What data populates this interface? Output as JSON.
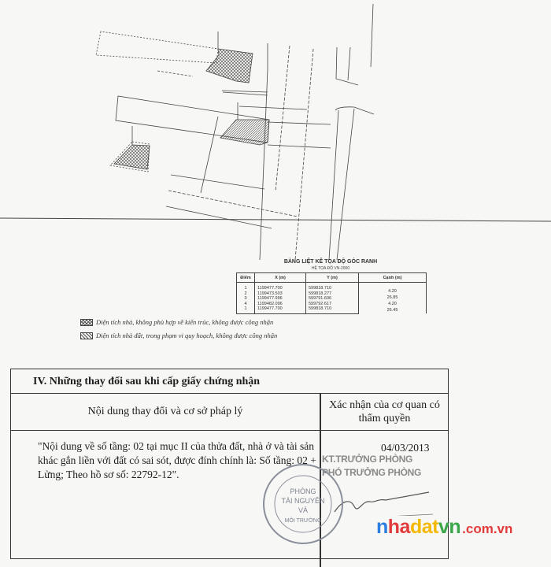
{
  "coord_table": {
    "title": "BẢNG LIỆT KÊ TỌA ĐỘ GÓC RANH",
    "subtitle": "HỆ TỌA ĐỘ VN-2000",
    "headers": [
      "Điểm",
      "X (m)",
      "Y (m)",
      "Cạnh (m)"
    ],
    "rows": [
      {
        "point": "1",
        "x": "1199477.700",
        "y": "599818.710"
      },
      {
        "point": "2",
        "x": "1199473.503",
        "y": "599818.277"
      },
      {
        "point": "3",
        "x": "1199477.996",
        "y": "599791.606"
      },
      {
        "point": "4",
        "x": "1199482.096",
        "y": "599792.617"
      },
      {
        "point": "1",
        "x": "1199477.700",
        "y": "599818.710"
      }
    ],
    "edges": [
      "4.20",
      "26.85",
      "4.20",
      "26.45"
    ]
  },
  "legend": [
    {
      "pattern": "crosshatch",
      "text": "Diện tích nhà, không phù hợp về kiến trúc, không được công nhận"
    },
    {
      "pattern": "diagonal",
      "text": "Diện tích nhà đất, trong phạm vi quy hoạch, không được công nhận"
    }
  ],
  "section": {
    "title": "IV. Những thay đổi sau khi cấp giấy chứng nhận",
    "col_left": "Nội dung thay đổi và cơ sở pháp lý",
    "col_right": "Xác nhận của cơ quan có thẩm quyền",
    "content": "\"Nội dung về số tầng: 02 tại mục II của thửa đất, nhà ở và tài sản khác gắn liền với đất có sai sót, được đính chính là: Số tầng: 02 + Lửng; Theo hồ sơ số: 22792-12\".",
    "date": "04/03/2013",
    "signer_line1": "KT.TRƯỞNG PHÒNG",
    "signer_line2": "PHÓ TRƯỞNG PHÒNG"
  },
  "stamp": {
    "text": "PHÒNG TÀI NGUYÊN VÀ MÔI TRƯỜNG"
  },
  "watermark": {
    "brand_n": "n",
    "brand_ha": "ha",
    "brand_dat": "dat",
    "brand_vn": "vn",
    "domain": ".com.vn",
    "colors": {
      "blue": "#2a7de1",
      "red": "#e23b3b",
      "yellow": "#f5b800",
      "green": "#3aa84a"
    }
  }
}
